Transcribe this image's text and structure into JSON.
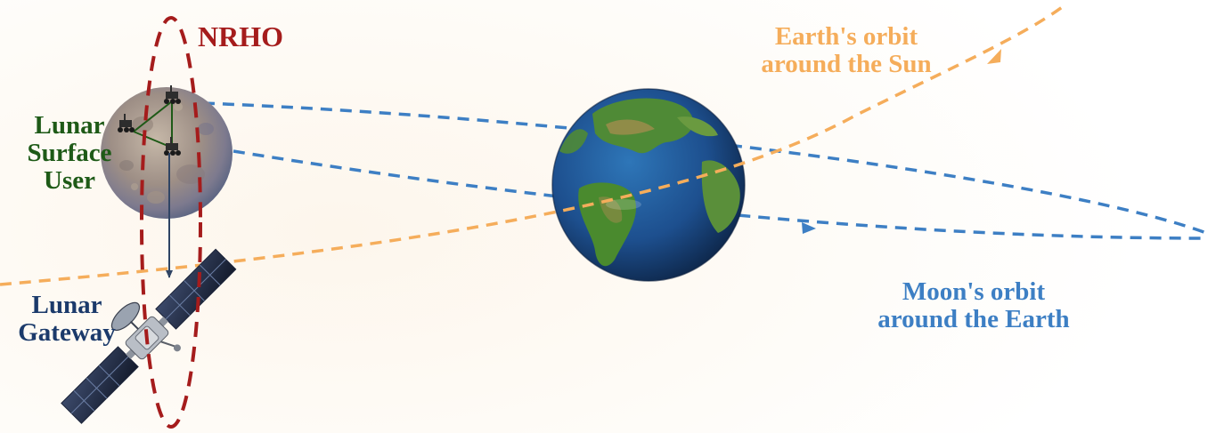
{
  "labels": {
    "nrho": "NRHO",
    "earth_orbit": [
      "Earth's orbit",
      "around the Sun"
    ],
    "moon_orbit": [
      "Moon's orbit",
      "around the Earth"
    ],
    "lunar_surface_user": [
      "Lunar",
      "Surface",
      "User"
    ],
    "lunar_gateway": [
      "Lunar",
      "Gateway"
    ]
  },
  "colors": {
    "nrho": "#a51c1c",
    "earth_orbit": "#f5ad5b",
    "moon_orbit": "#3d7fc4",
    "lunar_surface_user": "#1e5a17",
    "lunar_gateway": "#1b3a6b"
  }
}
